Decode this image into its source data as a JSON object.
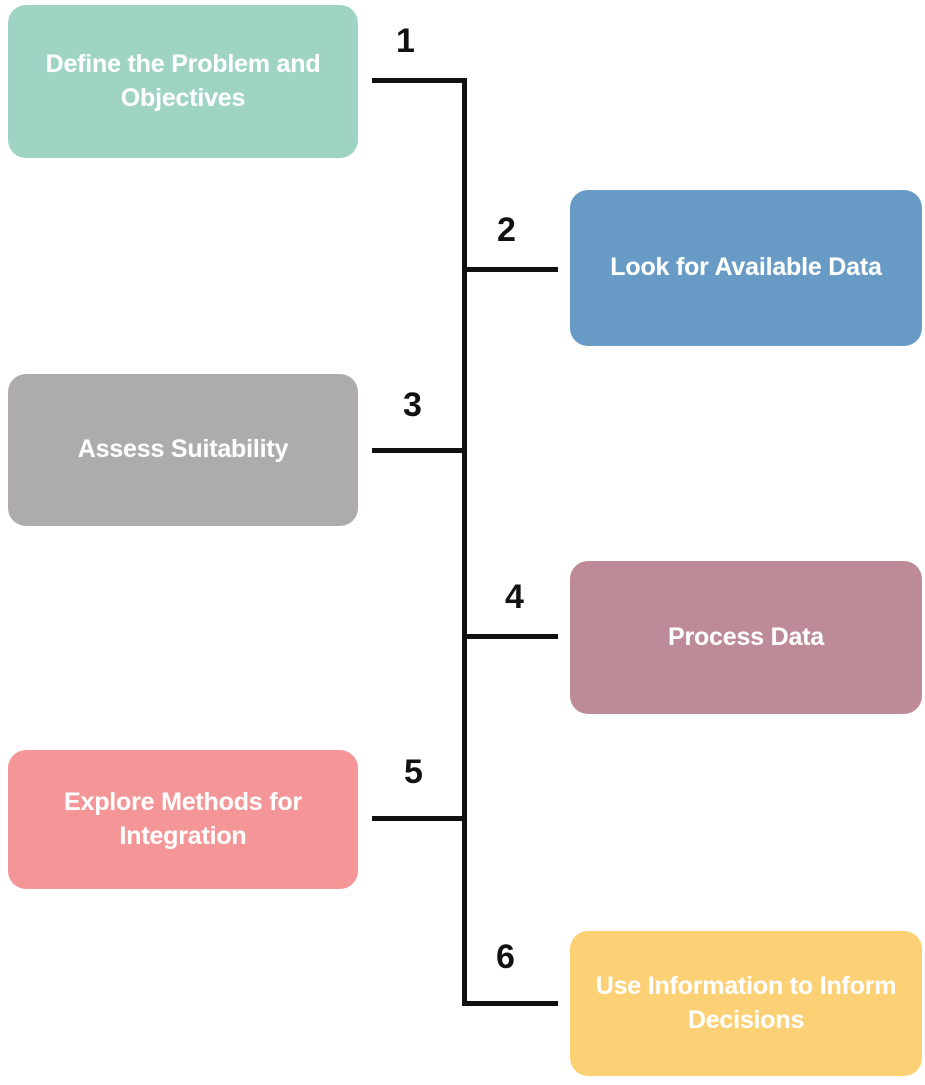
{
  "diagram": {
    "type": "vertical-timeline-flowchart",
    "background_color": "#ffffff",
    "spine_color": "#111111",
    "steps": [
      {
        "number": "1",
        "label": "Define the Problem and Objectives",
        "side": "left",
        "color": "#9FD4C5"
      },
      {
        "number": "2",
        "label": "Look for Available Data",
        "side": "right",
        "color": "#679BC6"
      },
      {
        "number": "3",
        "label": "Assess Suitability",
        "side": "left",
        "color": "#ADABAB"
      },
      {
        "number": "4",
        "label": "Process Data",
        "side": "right",
        "color": "#BD8B98"
      },
      {
        "number": "5",
        "label": "Explore Methods for Integration",
        "side": "left",
        "color": "#F49697"
      },
      {
        "number": "6",
        "label": "Use Information to Inform Decisions",
        "side": "right",
        "color": "#FCD074"
      }
    ]
  }
}
